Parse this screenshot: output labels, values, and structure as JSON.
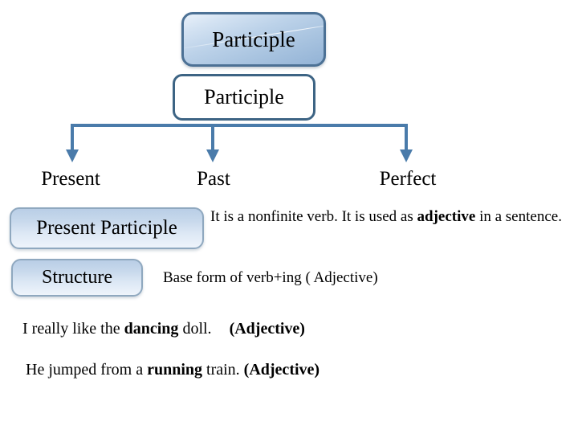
{
  "slide": {
    "title_box": {
      "label": "Participle"
    },
    "subtitle_box": {
      "label": "Participle"
    },
    "branches": [
      {
        "label": "Present"
      },
      {
        "label": "Past"
      },
      {
        "label": "Perfect"
      }
    ],
    "rows": [
      {
        "box_label": "Present Participle",
        "text_plain_1": "It is a nonfinite verb. It is used as ",
        "text_bold_1": "adjective",
        "text_plain_2": " in a sentence."
      },
      {
        "box_label": "Structure",
        "text": "Base form of verb+ing ( Adjective)"
      }
    ],
    "examples": [
      {
        "plain_1": "I really like the ",
        "bold_1": "dancing",
        "plain_2": " doll.",
        "tag": "(Adjective)"
      },
      {
        "plain_1": "He jumped from a ",
        "bold_1": "running",
        "plain_2": " train. ",
        "tag": "(Adjective)"
      }
    ],
    "colors": {
      "arrow": "#4a7baa",
      "title_border": "#4c7195",
      "sub_border": "#3d6484",
      "light_box_border": "#8fa8bf",
      "background": "#ffffff",
      "text": "#000000"
    }
  }
}
